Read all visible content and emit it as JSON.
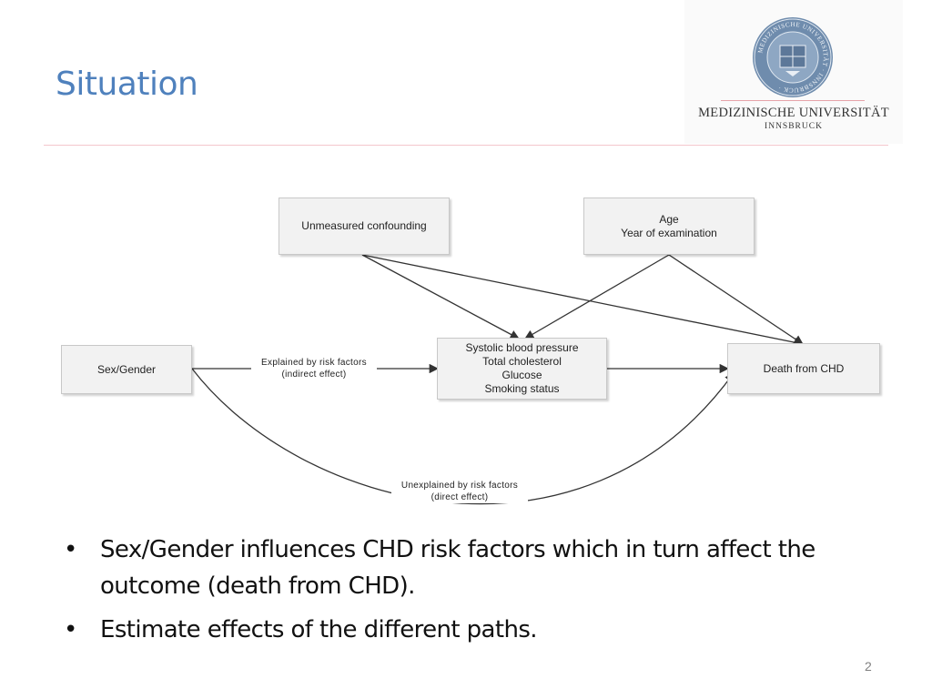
{
  "title": "Situation",
  "logo": {
    "name": "MEDIZINISCHE UNIVERSITÄT",
    "city": "INNSBRUCK",
    "seal_text": "MEDIZINISCHE UNIVERSITÄT INNSBRUCK"
  },
  "diagram": {
    "nodes": {
      "confounding": [
        "Unmeasured confounding"
      ],
      "age": [
        "Age",
        "Year of examination"
      ],
      "sex": [
        "Sex/Gender"
      ],
      "risk": [
        "Systolic blood pressure",
        "Total cholesterol",
        "Glucose",
        "Smoking status"
      ],
      "death": [
        "Death from CHD"
      ]
    },
    "edge_labels": {
      "indirect": [
        "Explained by risk factors",
        "(indirect effect)"
      ],
      "direct": [
        "Unexplained by risk factors",
        "(direct effect)"
      ]
    }
  },
  "bullets": [
    "Sex/Gender influences CHD risk factors which in turn affect the outcome (death from CHD).",
    "Estimate effects of the different paths."
  ],
  "page_number": "2"
}
